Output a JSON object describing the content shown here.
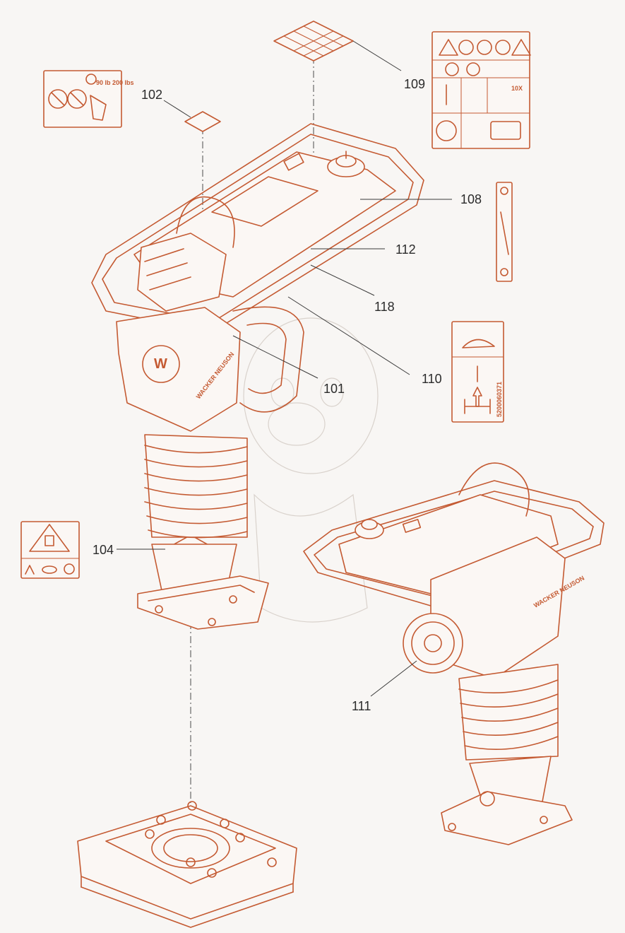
{
  "callouts": {
    "c101": "101",
    "c102": "102",
    "c104": "104",
    "c108": "108",
    "c109": "109",
    "c110": "110",
    "c111": "111",
    "c112": "112",
    "c118": "118"
  },
  "brand_text": {
    "top_logo": "WACKER NEUSON",
    "rear_logo": "WACKER NEUSON",
    "label_102_weight": "90 lb\n200 lbs",
    "label_109_speed": "10X",
    "label_110_serial": "5200060371"
  },
  "colors": {
    "line": "#c45a32",
    "leader": "#3a3a3a",
    "background": "#f8f6f4"
  }
}
